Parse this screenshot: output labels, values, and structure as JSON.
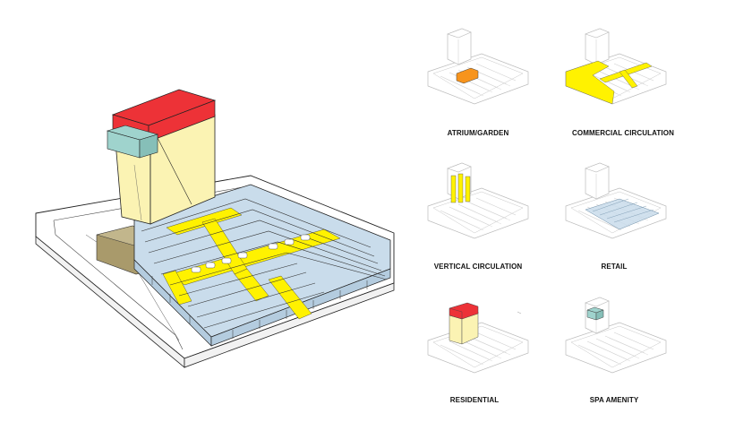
{
  "legend": [
    {
      "id": "atrium",
      "label": "ATRIUM/GARDEN",
      "color": "#F7941D"
    },
    {
      "id": "commercial",
      "label": "COMMERCIAL CIRCULATION",
      "color": "#FFF200"
    },
    {
      "id": "vertical",
      "label": "VERTICAL CIRCULATION",
      "color": "#FFF200"
    },
    {
      "id": "retail",
      "label": "RETAIL",
      "color": "#C9DCEB"
    },
    {
      "id": "residential",
      "label": "RESIDENTIAL",
      "color": "#ED3237"
    },
    {
      "id": "spa",
      "label": "SPA AMENITY",
      "color": "#9BCFC9"
    }
  ],
  "colors": {
    "residential_roof": "#ED3237",
    "residential_tower": "#FBF3B3",
    "spa": "#9FD3CD",
    "retail": "#C9DCEB",
    "circulation": "#FFF200",
    "garden": "#A99A6B",
    "linework": "#2b2b2b"
  }
}
